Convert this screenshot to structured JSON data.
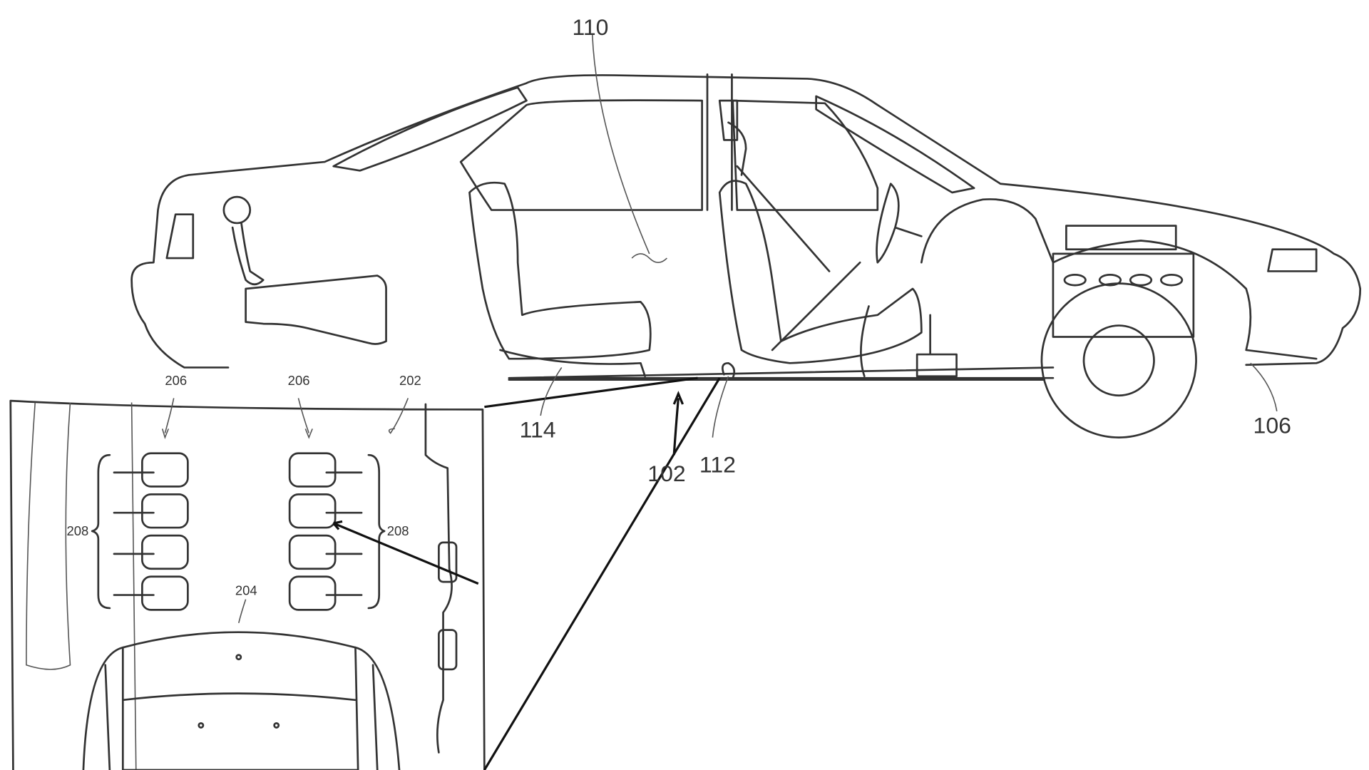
{
  "figure": {
    "labels": {
      "cabin": "110",
      "seat": "114",
      "floor": "102",
      "door_sill": "112",
      "vehicle": "106",
      "heater_group_left": "206",
      "heater_group_right": "206",
      "floor_panel": "202",
      "pads_left": "208",
      "pads_right": "208",
      "tunnel": "204"
    }
  }
}
